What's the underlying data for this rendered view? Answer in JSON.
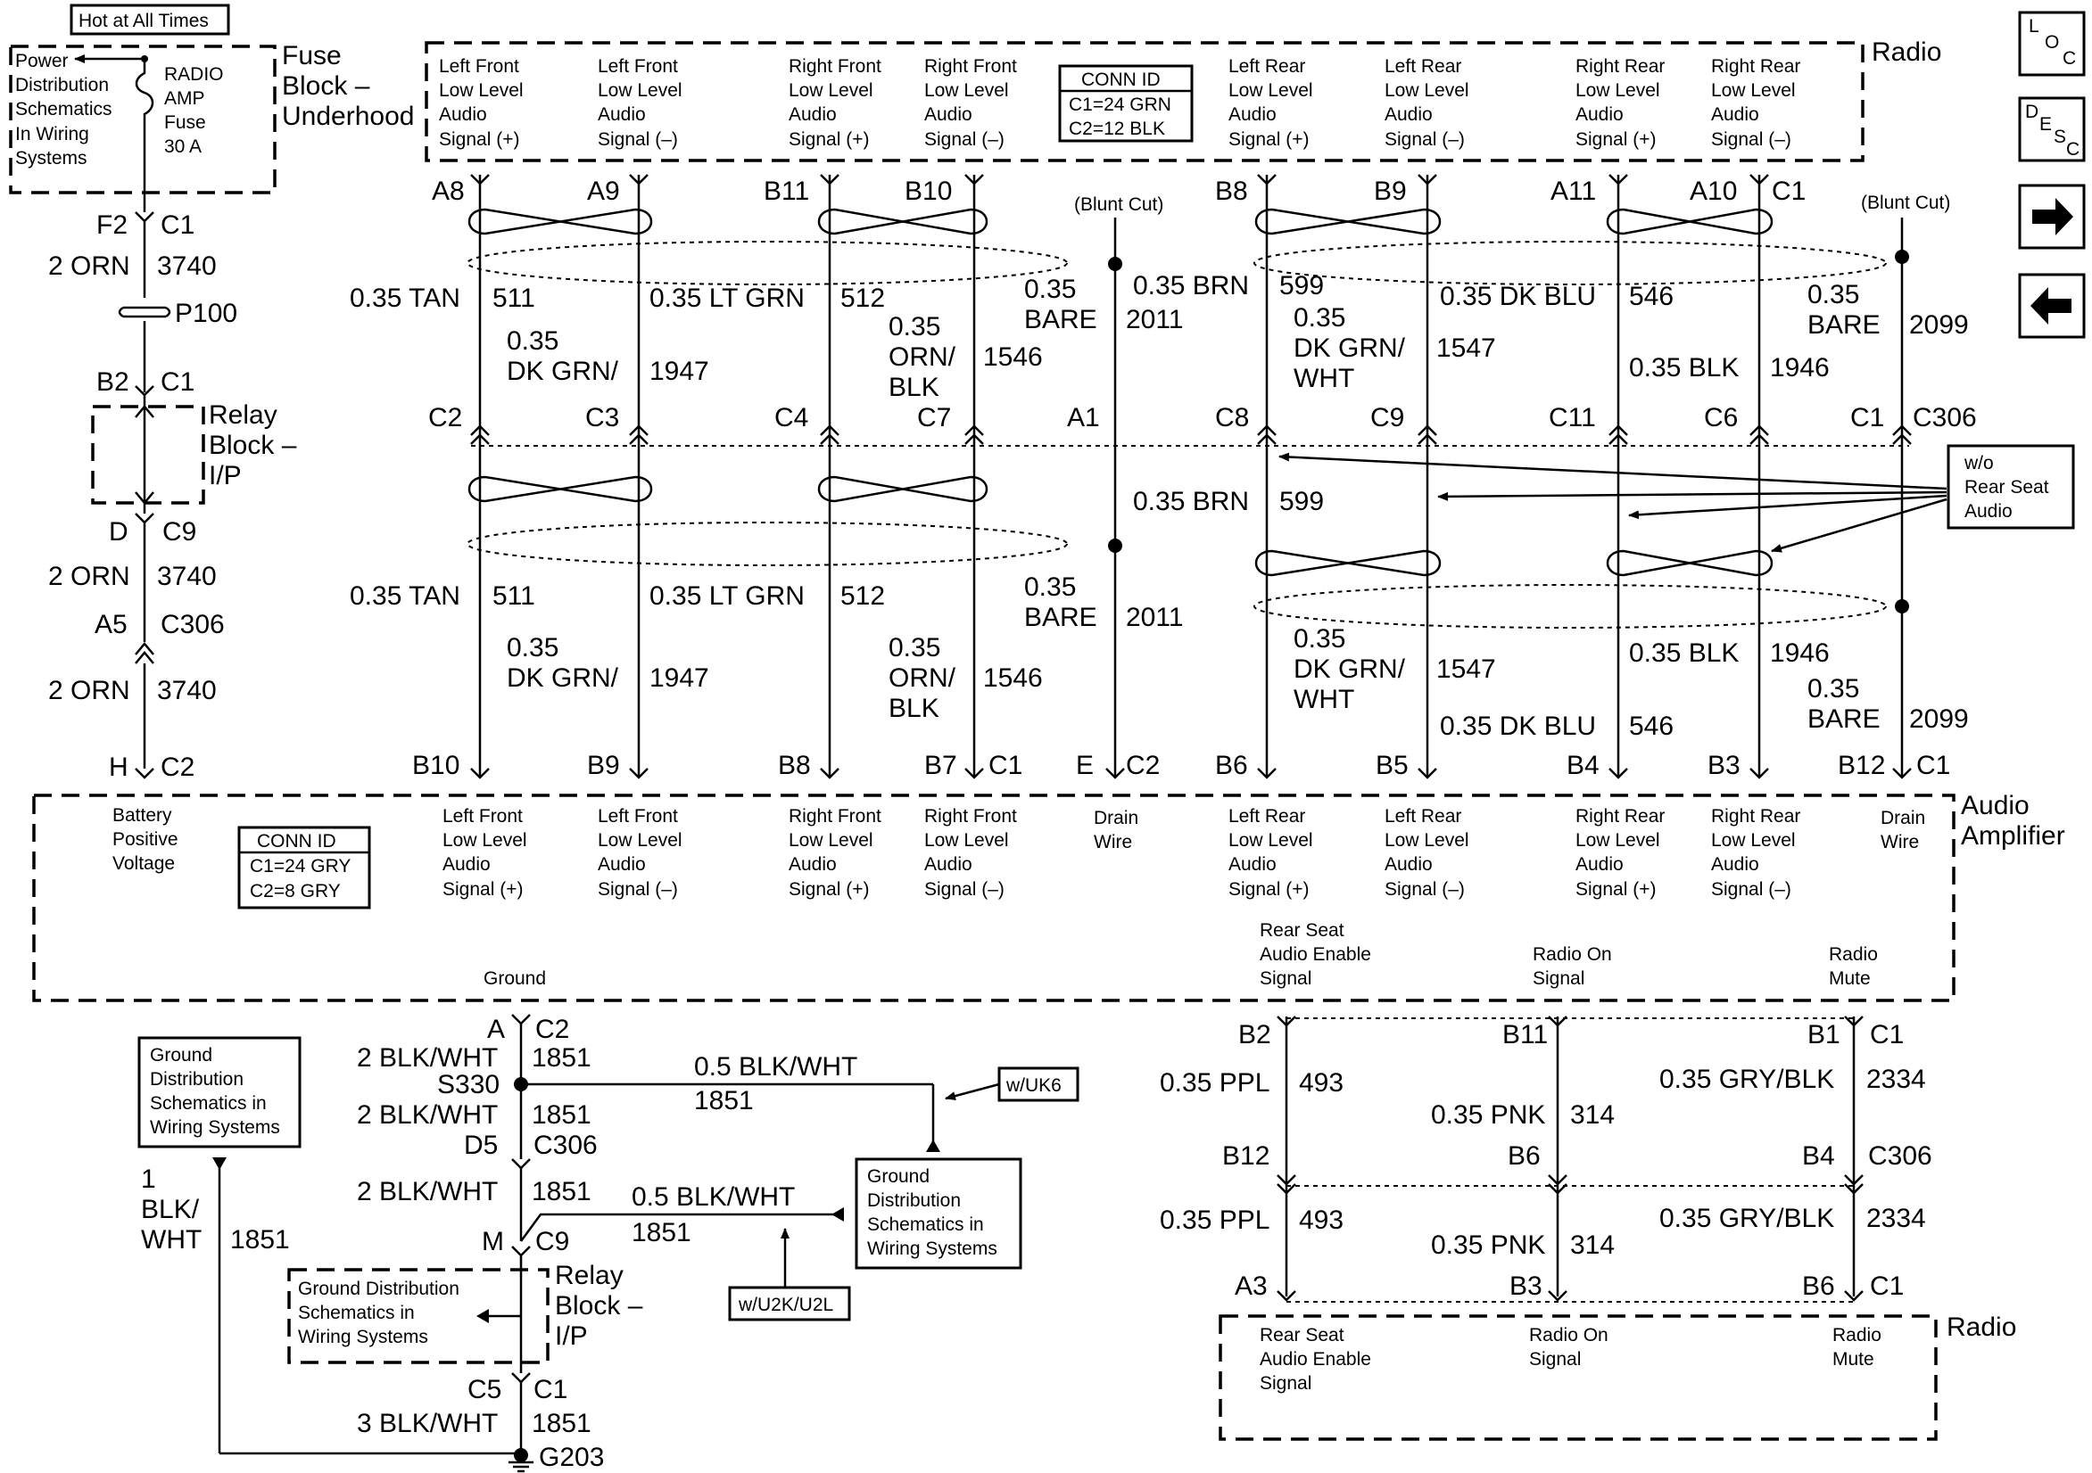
{
  "labels": {
    "hot": "Hot at All Times",
    "pd": [
      "Power",
      "Distribution",
      "Schematics",
      "In Wiring",
      "Systems"
    ],
    "fuse": [
      "RADIO",
      "AMP",
      "Fuse",
      "30 A"
    ],
    "fuseBlock": [
      "Fuse",
      "Block –",
      "Underhood"
    ],
    "relayBlock": [
      "Relay",
      "Block –",
      "I/P"
    ],
    "radio": "Radio",
    "audioAmp": [
      "Audio",
      "Amplifier"
    ],
    "blunt": "(Blunt Cut)",
    "connTop": [
      "CONN ID",
      "C1=24 GRN",
      "C2=12 BLK"
    ],
    "connAmp": [
      "CONN ID",
      "C1=24 GRY",
      "C2=8 GRY"
    ],
    "battery": [
      "Battery",
      "Positive",
      "Voltage"
    ],
    "ground": "Ground",
    "drain": [
      "Drain",
      "Wire"
    ],
    "rsae": [
      "Rear Seat",
      "Audio Enable",
      "Signal"
    ],
    "radioOn": [
      "Radio On",
      "Signal"
    ],
    "radioMute": [
      "Radio",
      "Mute"
    ],
    "woRear": [
      "w/o",
      "Rear Seat",
      "Audio"
    ],
    "gdist": [
      "Ground",
      "Distribution",
      "Schematics in",
      "Wiring Systems"
    ],
    "gdist2": [
      "Ground Distribution",
      "Schematics in",
      "Wiring Systems"
    ],
    "wuk6": "w/UK6",
    "wu2k": "w/U2K/U2L",
    "ws330": "S330",
    "g203": "G203",
    "p100": "P100"
  },
  "signals": [
    [
      "Left Front",
      "Low Level",
      "Audio",
      "Signal (+)"
    ],
    [
      "Left Front",
      "Low Level",
      "Audio",
      "Signal (–)"
    ],
    [
      "Right Front",
      "Low Level",
      "Audio",
      "Signal (+)"
    ],
    [
      "Right Front",
      "Low Level",
      "Audio",
      "Signal (–)"
    ],
    [
      "Left Rear",
      "Low Level",
      "Audio",
      "Signal (+)"
    ],
    [
      "Left Rear",
      "Low Level",
      "Audio",
      "Signal (–)"
    ],
    [
      "Right Rear",
      "Low Level",
      "Audio",
      "Signal (+)"
    ],
    [
      "Right Rear",
      "Low Level",
      "Audio",
      "Signal (–)"
    ]
  ],
  "pins": {
    "top": [
      "A8",
      "A9",
      "B11",
      "B10",
      "B8",
      "B9",
      "A11",
      "A10",
      "C1"
    ],
    "mid": [
      "C2",
      "C3",
      "C4",
      "C7",
      "A1",
      "C8",
      "C9",
      "C11",
      "C6",
      "C1",
      "C306"
    ],
    "bot": [
      "B10",
      "B9",
      "B8",
      "B7",
      "C1",
      "E",
      "C2",
      "B6",
      "B5",
      "B4",
      "B3",
      "B12",
      "C1"
    ],
    "left": [
      "F2",
      "C1",
      "B2",
      "C1",
      "D",
      "C9",
      "A5",
      "C306",
      "H",
      "C2"
    ],
    "gnd": [
      "A",
      "C2",
      "D5",
      "C306",
      "M",
      "C9",
      "C5",
      "C1"
    ],
    "rb": [
      "B2",
      "B11",
      "B1",
      "C1",
      "B12",
      "B6",
      "B4",
      "C306",
      "A3",
      "B3",
      "B6",
      "C1"
    ]
  },
  "wires": {
    "orn": [
      "2 ORN",
      "3740"
    ],
    "tan": [
      "0.35 TAN",
      "511"
    ],
    "dkgrn": [
      "0.35",
      "DK GRN/",
      "1947"
    ],
    "ltgrn": [
      "0.35 LT GRN",
      "512"
    ],
    "ornblk": [
      "0.35",
      "ORN/",
      "BLK",
      "1546"
    ],
    "bare1": [
      "0.35",
      "BARE",
      "2011"
    ],
    "brn": [
      "0.35 BRN",
      "599"
    ],
    "dkgrnwht": [
      "0.35",
      "DK GRN/",
      "WHT",
      "1547"
    ],
    "dkblu": [
      "0.35 DK BLU",
      "546"
    ],
    "blk": [
      "0.35 BLK",
      "1946"
    ],
    "bare2": [
      "0.35",
      "BARE",
      "2099"
    ],
    "bw2": [
      "2 BLK/WHT",
      "1851"
    ],
    "bw05": [
      "0.5 BLK/WHT",
      "1851"
    ],
    "bw1": [
      "1",
      "BLK/",
      "WHT",
      "1851"
    ],
    "bw3": [
      "3 BLK/WHT",
      "1851"
    ],
    "ppl": [
      "0.35 PPL",
      "493"
    ],
    "pnk": [
      "0.35 PNK",
      "314"
    ],
    "grybk": [
      "0.35 GRY/BLK",
      "2334"
    ]
  },
  "nav": {
    "loc": [
      "L",
      "O",
      "C"
    ],
    "desc": [
      "D",
      "E",
      "S",
      "C"
    ]
  }
}
